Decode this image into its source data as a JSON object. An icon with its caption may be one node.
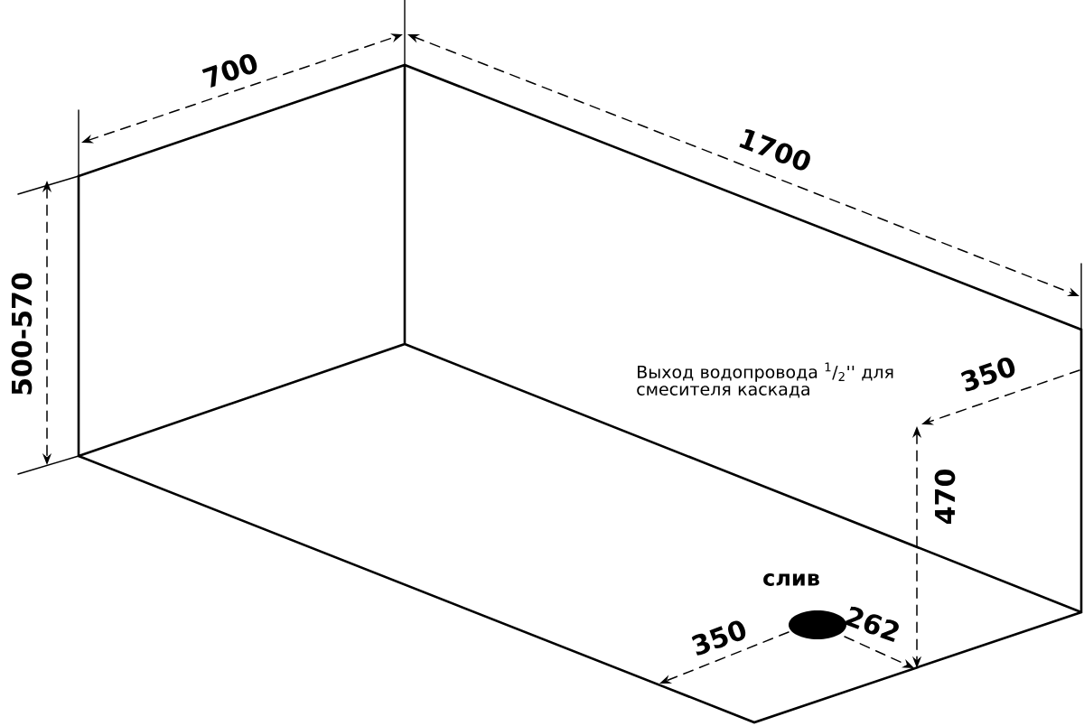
{
  "diagram": {
    "labels": [
      "700",
      "1700",
      "500-570",
      "Выход водопровода $^{1}$/$_{2}$'' для смесителя каскада",
      "350",
      "470",
      "слив",
      "350",
      "262"
    ]
  }
}
